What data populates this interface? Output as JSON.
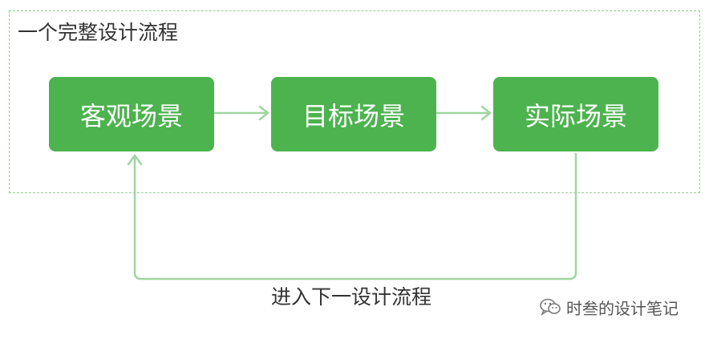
{
  "group": {
    "title": "一个完整设计流程"
  },
  "stages": [
    {
      "label": "客观场景"
    },
    {
      "label": "目标场景"
    },
    {
      "label": "实际场景"
    }
  ],
  "loop": {
    "label": "进入下一设计流程"
  },
  "watermark": {
    "text": "时叁的设计笔记",
    "icon": "wechat-icon"
  },
  "colors": {
    "stage_fill": "#4db34f",
    "connector": "#9fd6a0",
    "dashed_border": "#8fcf90",
    "text": "#333333"
  }
}
